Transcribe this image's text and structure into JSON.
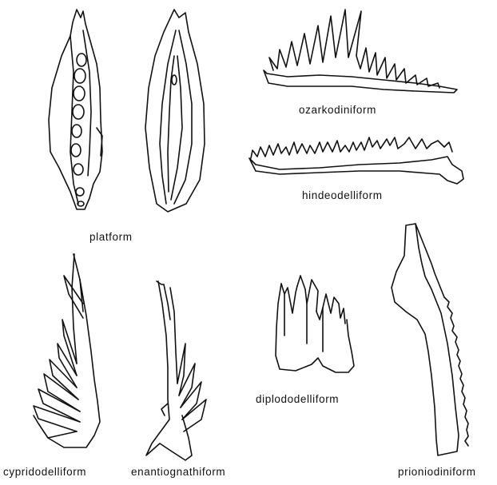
{
  "labels": {
    "platform": "platform",
    "ozarkodiniform": "ozarkodiniform",
    "hindeodelliform": "hindeodelliform",
    "cypridodelliform": "cypridodelliform",
    "enantiognathiform": "enantiognathiform",
    "diplododelliform": "diplododelliform",
    "prioniodiniform": "prioniodiniform"
  }
}
